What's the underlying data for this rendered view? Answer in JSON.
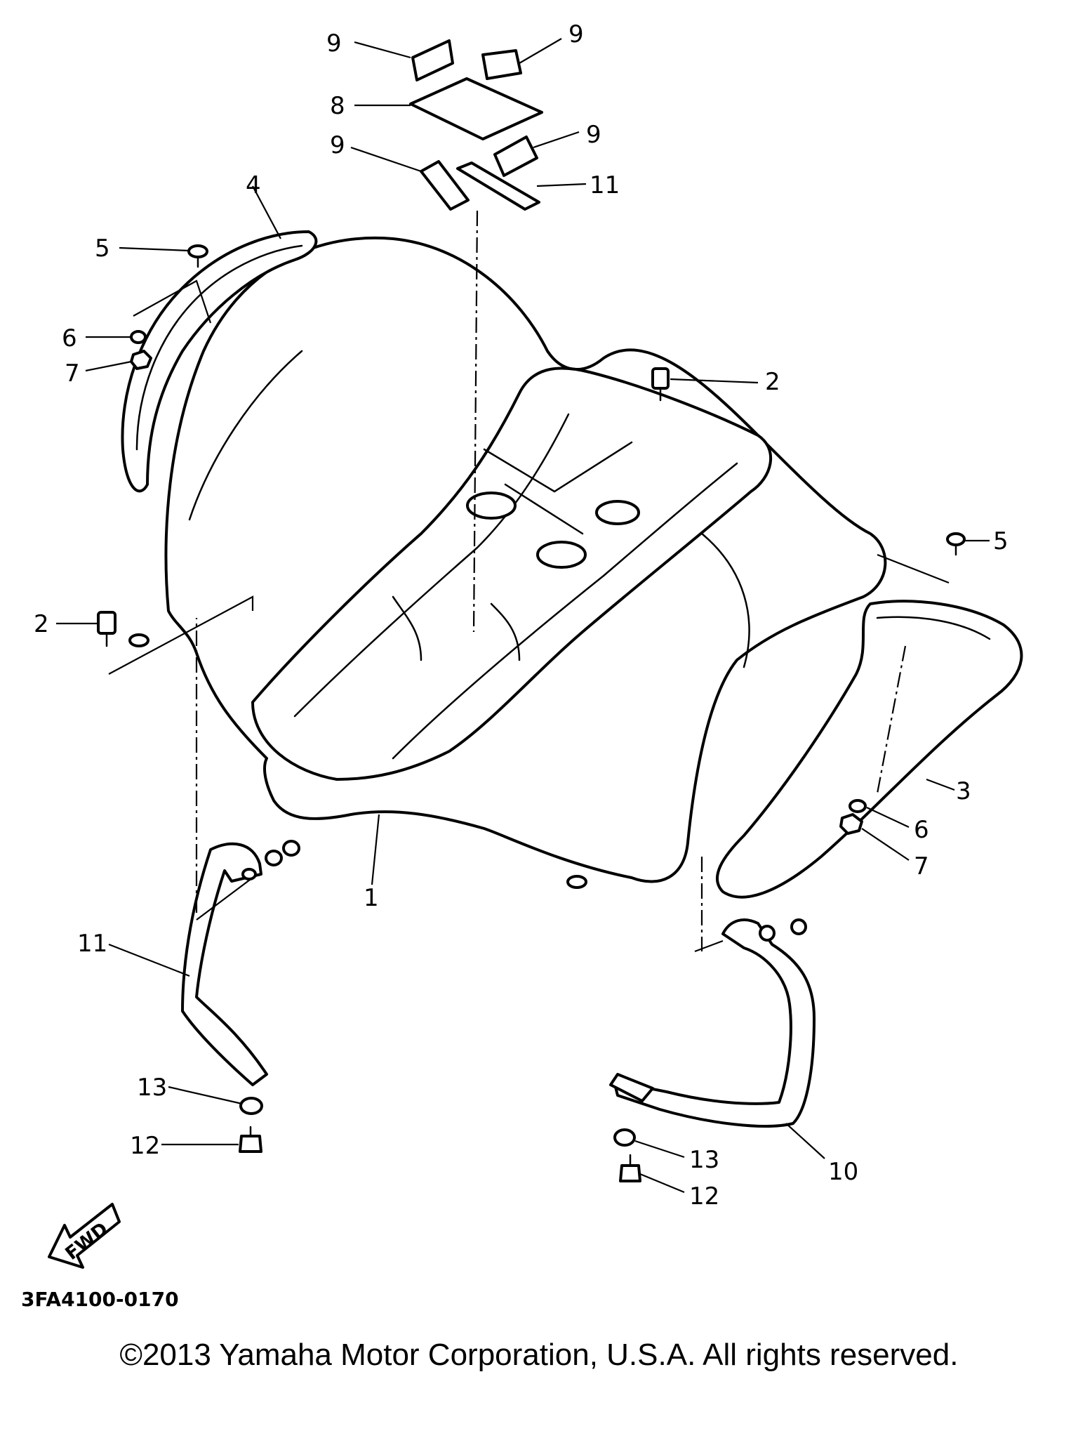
{
  "diagram": {
    "code": "3FA4100-0170",
    "fwd_label": "FWD",
    "copyright": "©2013 Yamaha Motor Corporation, U.S.A. All rights reserved."
  },
  "callouts": {
    "c1": "1",
    "c2a": "2",
    "c2b": "2",
    "c3": "3",
    "c4": "4",
    "c5a": "5",
    "c5b": "5",
    "c6a": "6",
    "c6b": "6",
    "c7a": "7",
    "c7b": "7",
    "c8": "8",
    "c9a": "9",
    "c9b": "9",
    "c9c": "9",
    "c9d": "9",
    "c10": "10",
    "c11a": "11",
    "c11b": "11",
    "c12a": "12",
    "c12b": "12",
    "c13a": "13",
    "c13b": "13"
  }
}
